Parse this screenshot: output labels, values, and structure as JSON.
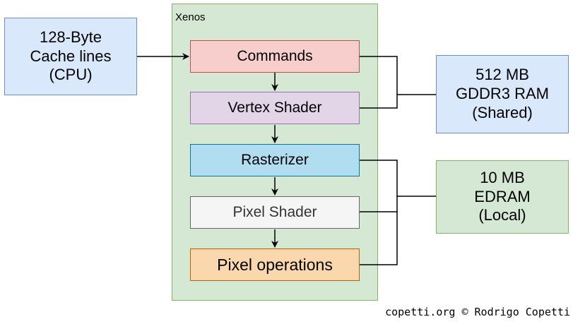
{
  "diagram": {
    "container": {
      "label": "Xenos",
      "fill": "#d5e8d4",
      "stroke": "#82b366"
    },
    "source": {
      "label": "128-Byte\nCache lines\n(CPU)",
      "fill": "#dae8fc",
      "stroke": "#6c8ebf"
    },
    "stages": [
      {
        "id": "commands",
        "label": "Commands",
        "fill": "#f8cecc",
        "stroke": "#b85450",
        "text_color": "#000000"
      },
      {
        "id": "vertex-shader",
        "label": "Vertex Shader",
        "fill": "#e1d5e7",
        "stroke": "#9673a6",
        "text_color": "#000000"
      },
      {
        "id": "rasterizer",
        "label": "Rasterizer",
        "fill": "#b1ddf0",
        "stroke": "#10739e",
        "text_color": "#000000"
      },
      {
        "id": "pixel-shader",
        "label": "Pixel Shader",
        "fill": "#f5f5f5",
        "stroke": "#666666",
        "text_color": "#333333"
      },
      {
        "id": "pixel-operations",
        "label": "Pixel operations",
        "fill": "#fad7ac",
        "stroke": "#b46504",
        "text_color": "#000000"
      }
    ],
    "memory": [
      {
        "id": "gddr3-ram",
        "label": "512 MB\nGDDR3 RAM\n(Shared)",
        "fill": "#dae8fc",
        "stroke": "#6c8ebf"
      },
      {
        "id": "edram",
        "label": "10 MB\nEDRAM\n(Local)",
        "fill": "#d5e8d4",
        "stroke": "#82b366"
      }
    ],
    "credit": "copetti.org © Rodrigo Copetti"
  }
}
